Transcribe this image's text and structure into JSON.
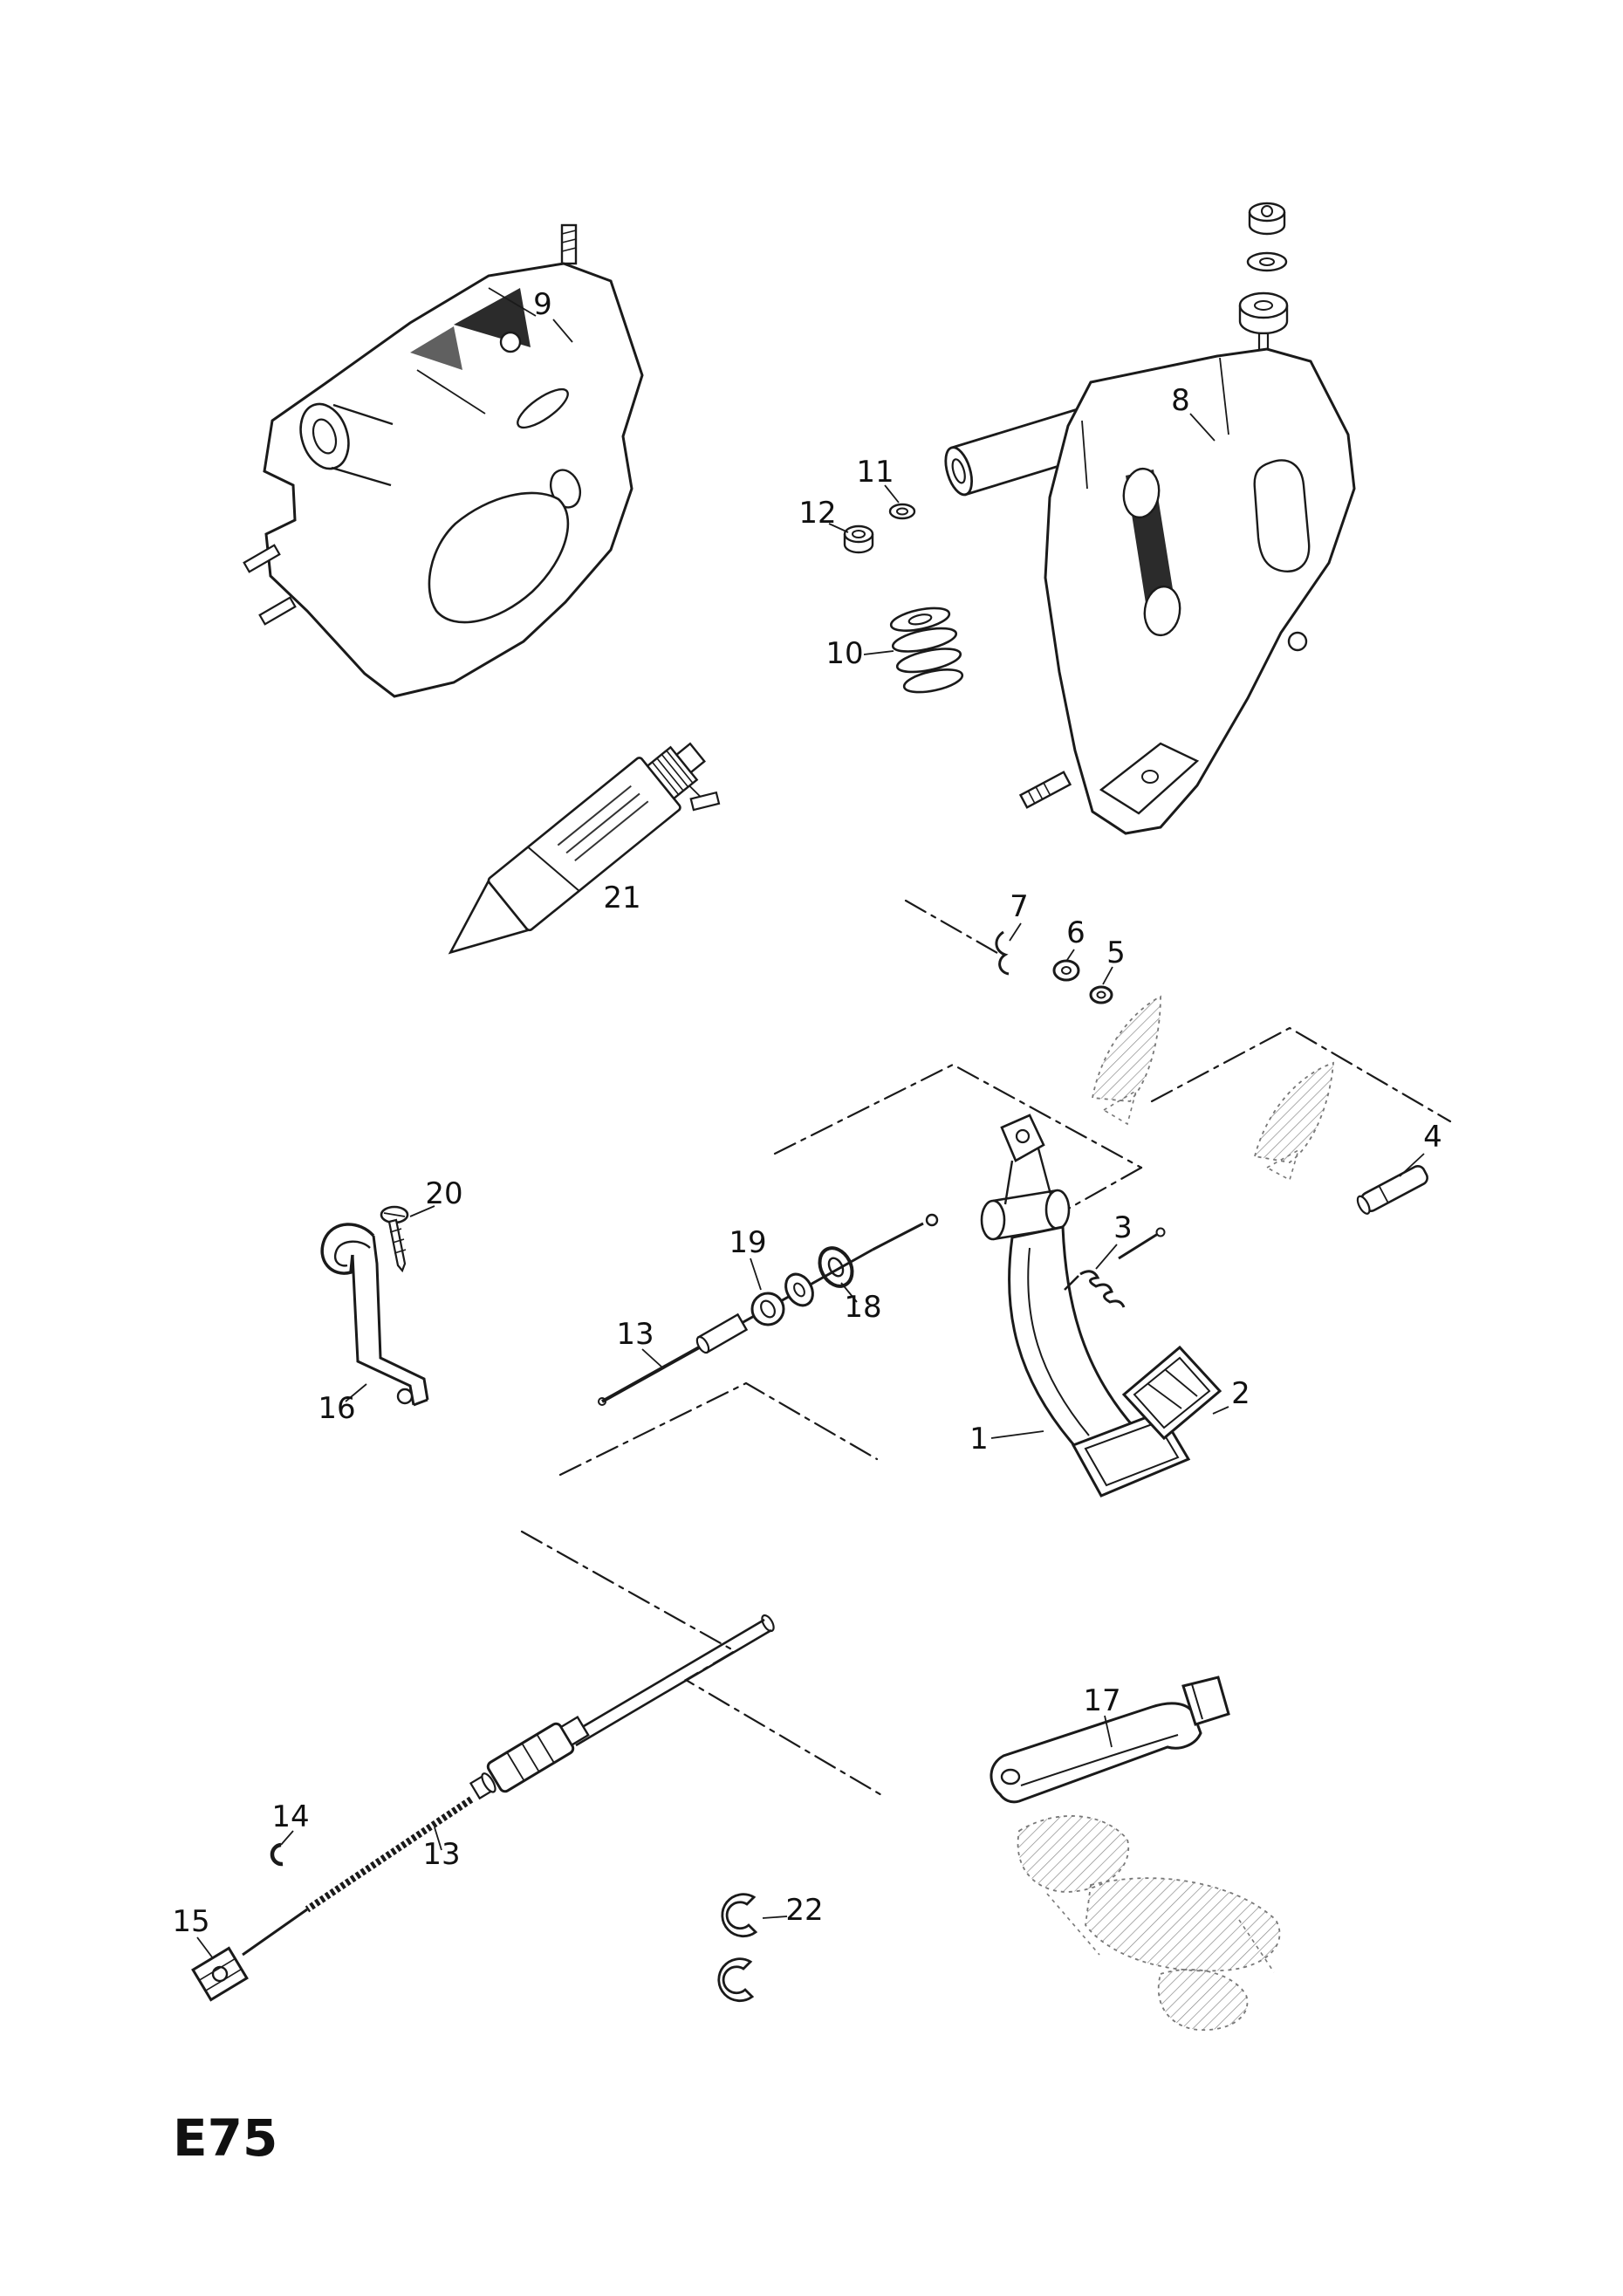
{
  "page": {
    "code": "E75"
  },
  "diagram": {
    "description": "exploded-parts-diagram-pedal-bracket-and-clutch-cable",
    "colors": {
      "ink": "#1a1a1a",
      "ghost": "#787878",
      "background": "#ffffff"
    },
    "callouts": {
      "n1": "1",
      "n2": "2",
      "n3": "3",
      "n4": "4",
      "n5": "5",
      "n6": "6",
      "n7": "7",
      "n8": "8",
      "n9": "9",
      "n10": "10",
      "n11": "11",
      "n12": "12",
      "n13a": "13",
      "n13b": "13",
      "n14": "14",
      "n15": "15",
      "n16": "16",
      "n17": "17",
      "n18": "18",
      "n19": "19",
      "n20": "20",
      "n21": "21",
      "n22": "22"
    }
  }
}
